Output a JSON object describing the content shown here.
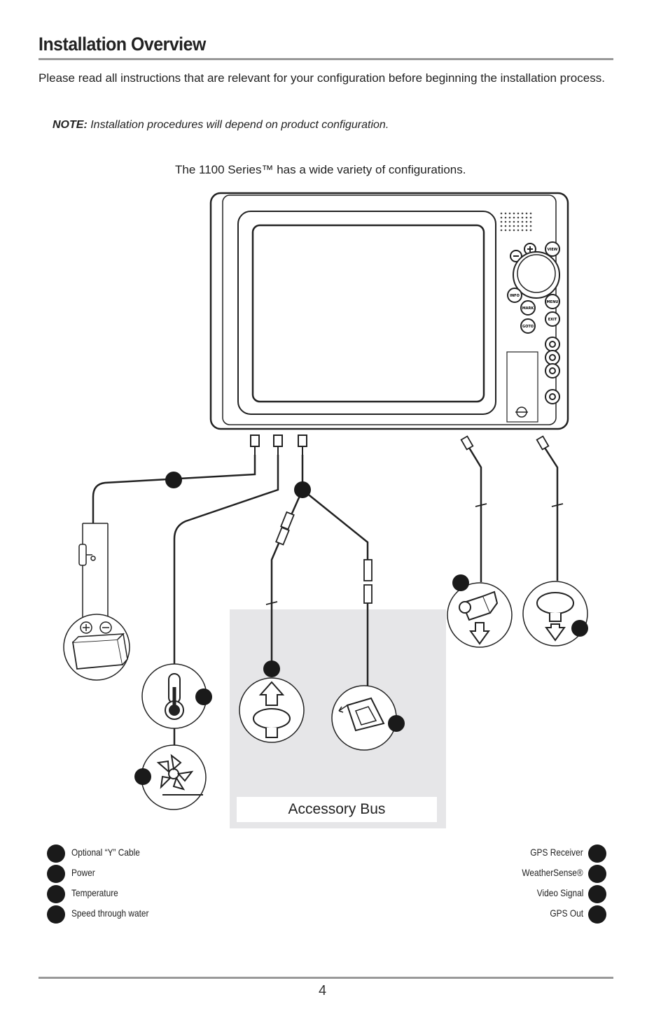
{
  "page": {
    "title": "Installation Overview",
    "intro": "Please read all instructions that are relevant for your configuration before beginning the installation process.",
    "note_label": "NOTE:",
    "note_text": " Installation procedures will depend on product configuration.",
    "caption": "The 1100 Series™ has a wide variety of configurations.",
    "page_number": "4"
  },
  "device": {
    "buttons": [
      "VIEW",
      "INFO",
      "MARK",
      "MENU",
      "GOTO",
      "EXIT"
    ]
  },
  "accessory_bus_label": "Accessory Bus",
  "legend": {
    "left": [
      "Optional “Y” Cable",
      "Power",
      "Temperature",
      "Speed through water"
    ],
    "right": [
      "GPS Receiver",
      "WeatherSense®",
      "Video Signal",
      "GPS Out"
    ]
  },
  "colors": {
    "rule": "#999999",
    "accessory_bg": "#e6e6e8",
    "dot": "#1a1a1a"
  }
}
